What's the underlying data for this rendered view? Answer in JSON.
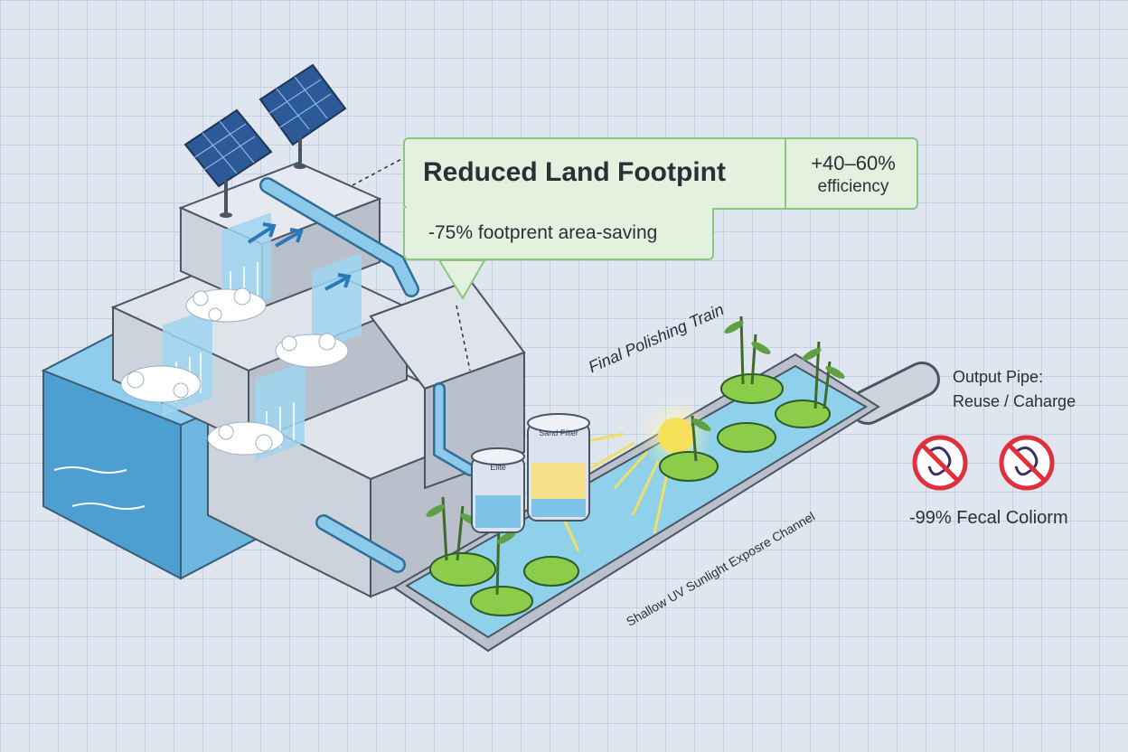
{
  "callout": {
    "title": "Reduced Land Footpint",
    "stat_value": "+40–60%",
    "stat_label": "efficiency",
    "sub": "-75% footprent area-saving"
  },
  "labels": {
    "polishing_train": "Final Polishing Train",
    "uv_channel": "Shallow UV Sunlight Exposre Channel",
    "output_line1": "Output Pipe:",
    "output_line2": "Reuse / Caharge",
    "fecal": "-99% Fecal Coliorm",
    "tank_left": "Elite",
    "tank_right": "Sand Filter"
  },
  "icons": {
    "solar_panels": "solar-panel-icon",
    "no_bacteria": "no-bacteria-icon",
    "plant": "bamboo-plant-icon",
    "sun": "sun-icon"
  },
  "colors": {
    "water": "#7fc4e8",
    "concrete": "#d4d9e2",
    "callout_fill": "#e4f1df",
    "callout_border": "#8cc57e",
    "pipe": "#8cc9ea",
    "prohibit": "#e0303c",
    "grid": "#c6d1e0"
  }
}
